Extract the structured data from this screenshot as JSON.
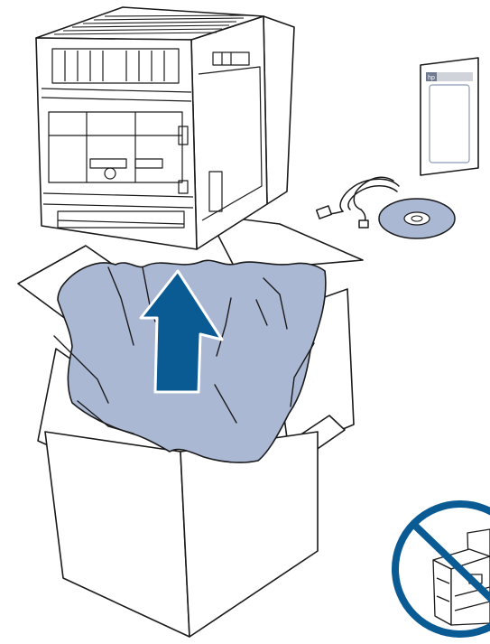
{
  "illustration": {
    "colors": {
      "line": "#1a1a1a",
      "tissue": "#aab8d4",
      "arrow": "#0a5a94",
      "arrow_outline": "#ffffff",
      "prohibition": "#0a5a94",
      "paper_fill": "#ffffff",
      "booklet_accent": "#d0d3da",
      "printer_body": "#ffffff"
    },
    "icons": {
      "printer": "printer-rear-view",
      "arrow": "lift-up-arrow",
      "guide": "getting-started-guide",
      "cord": "power-cord-icon",
      "cd": "software-cd-icon",
      "warning": "prohibition-sign-icon"
    },
    "brand": {
      "logo_text": "hp"
    }
  }
}
